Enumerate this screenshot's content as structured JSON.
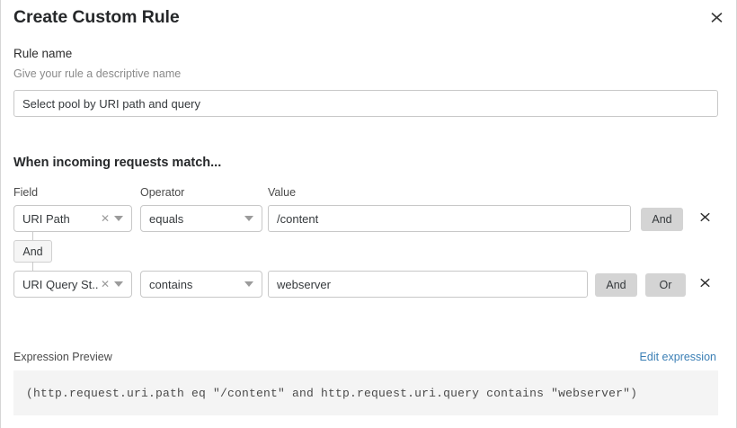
{
  "dialog": {
    "title": "Create Custom Rule",
    "close_icon": "close-icon"
  },
  "rule_name": {
    "label": "Rule name",
    "help": "Give your rule a descriptive name",
    "value": "Select pool by URI path and query",
    "placeholder": "Enter rule name"
  },
  "match": {
    "heading": "When incoming requests match...",
    "columns": {
      "field": "Field",
      "operator": "Operator",
      "value": "Value"
    },
    "connector": {
      "label": "And"
    },
    "rows": [
      {
        "field": "URI Path",
        "field_clear_icon": "clear-icon",
        "operator": "equals",
        "value": "/content",
        "value_placeholder": "Enter value",
        "buttons": [
          "And"
        ],
        "delete_icon": "close-icon"
      },
      {
        "field": "URI Query St...",
        "field_clear_icon": "clear-icon",
        "operator": "contains",
        "value": "webserver",
        "value_placeholder": "Enter value",
        "buttons": [
          "And",
          "Or"
        ],
        "delete_icon": "close-icon"
      }
    ]
  },
  "expression": {
    "label": "Expression Preview",
    "edit_link": "Edit expression",
    "code": "(http.request.uri.path eq \"/content\" and http.request.uri.query contains \"webserver\")"
  },
  "colors": {
    "link": "#3b7fb5",
    "button_gray": "#d4d4d4",
    "code_bg": "#f4f4f4",
    "border": "#c8c8c8"
  }
}
